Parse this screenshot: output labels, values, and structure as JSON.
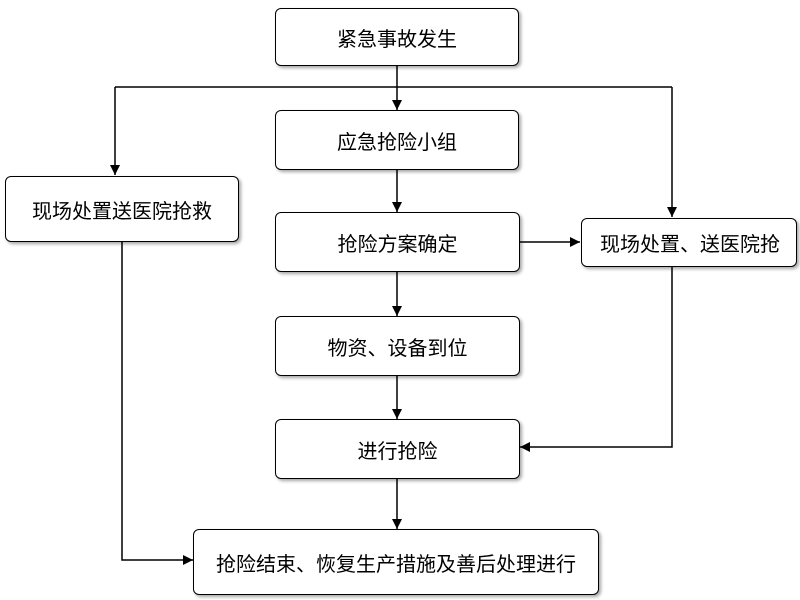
{
  "diagram": {
    "nodes": {
      "emergency": "紧急事故发生",
      "team": "应急抢险小组",
      "plan": "抢险方案确定",
      "materials": "物资、设备到位",
      "rescue": "进行抢险",
      "end": "抢险结束、恢复生产措施及善后处理进行",
      "onsite_left": "现场处置送医院抢救",
      "onsite_right": "现场处置、送医院抢"
    }
  }
}
